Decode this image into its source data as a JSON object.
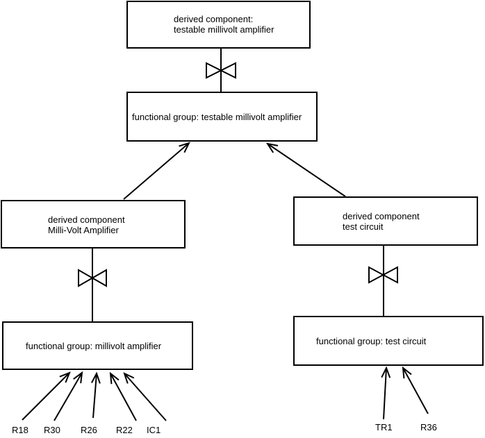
{
  "colors": {
    "line": "#000000",
    "background": "#ffffff",
    "text": "#000000"
  },
  "boxes": {
    "derived_testable": {
      "line1": "derived component:",
      "line2": "testable millivolt amplifier"
    },
    "fg_testable": {
      "label": "functional group: testable millivolt amplifier"
    },
    "derived_mv": {
      "line1": "derived component",
      "line2": "Milli-Volt Amplifier"
    },
    "fg_mv": {
      "label": "functional group: millivolt amplifier"
    },
    "derived_tc": {
      "line1": "derived component",
      "line2": "test circuit"
    },
    "fg_tc": {
      "label": "functional group: test circuit"
    }
  },
  "leaves": {
    "left": [
      "R18",
      "R30",
      "R26",
      "R22",
      "IC1"
    ],
    "right": [
      "TR1",
      "R36"
    ]
  }
}
